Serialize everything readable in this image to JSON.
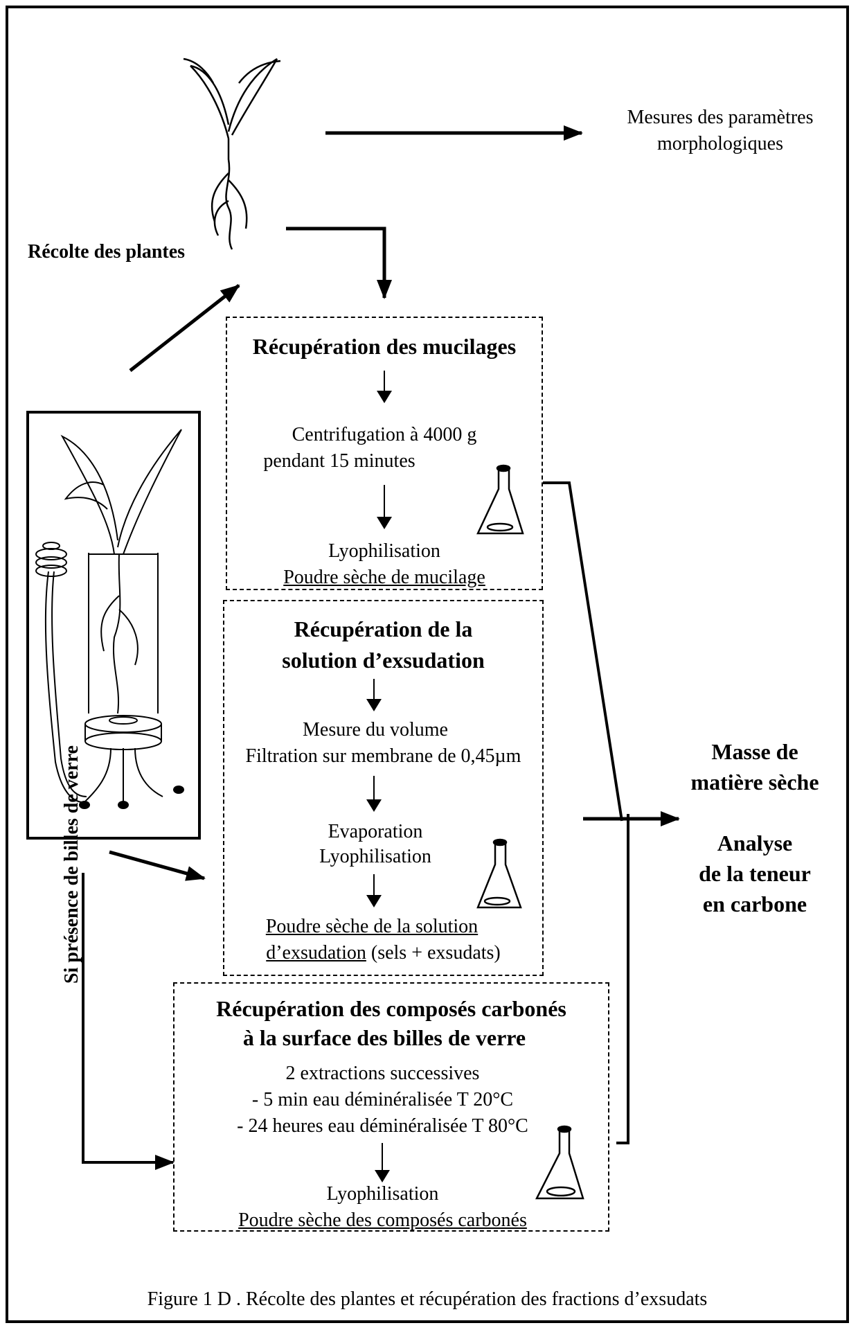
{
  "harvest": {
    "label": "Récolte des plantes",
    "morpho_line1": "Mesures des paramètres",
    "morpho_line2": "morphologiques"
  },
  "mucilage": {
    "title": "Récupération des mucilages",
    "step1_line1": "Centrifugation à 4000 g",
    "step1_line2": "pendant 15 minutes",
    "step2": "Lyophilisation",
    "result": "Poudre sèche de mucilage"
  },
  "exudation": {
    "title_line1": "Récupération de la",
    "title_line2": "solution d’exsudation",
    "step1_line1": "Mesure du volume",
    "step1_line2": "Filtration sur membrane de 0,45µm",
    "step2_line1": "Evaporation",
    "step2_line2": "Lyophilisation",
    "result_line1": "Poudre sèche de la solution",
    "result_line2_underlined": "d’exsudation",
    "result_line2_rest": " (sels + exsudats)"
  },
  "beads": {
    "title_line1": "Récupération des composés carbonés",
    "title_line2": "à la surface des billes de verre",
    "step1_line1": "2 extractions successives",
    "step1_line2": "- 5 min eau déminéralisée T 20°C",
    "step1_line3": "- 24 heures eau déminéralisée T 80°C",
    "step2": "Lyophilisation",
    "result": "Poudre sèche des composés carbonés"
  },
  "side_label": "Si présence de billes de verre",
  "outputs": {
    "mass_line1": "Masse de",
    "mass_line2": "matière sèche",
    "analysis_line1": "Analyse",
    "analysis_line2": "de la teneur",
    "analysis_line3": "en carbone"
  },
  "caption": "Figure 1 D .  Récolte des plantes et récupération des fractions d’exsudats"
}
